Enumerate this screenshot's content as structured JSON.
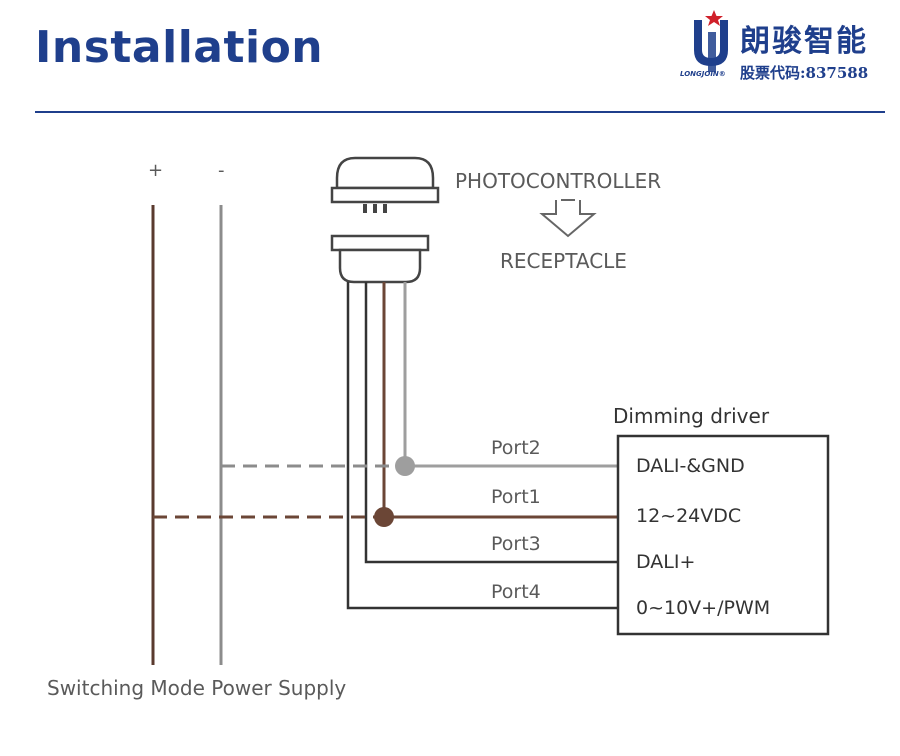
{
  "header": {
    "title": "Installation",
    "logo": {
      "name_cn": "朗骏智能",
      "stock_label": "股票代码:837588",
      "brand": "LONGJOIN®"
    }
  },
  "diagram": {
    "plus_label": "+",
    "minus_label": "-",
    "photocontroller_label": "PHOTOCONTROLLER",
    "receptacle_label": "RECEPTACLE",
    "driver_title": "Dimming driver",
    "power_supply_label": "Switching Mode Power Supply",
    "ports": [
      {
        "port": "Port2",
        "terminal": "DALI-&GND",
        "wire_color": "#9e9e9e"
      },
      {
        "port": "Port1",
        "terminal": "12~24VDC",
        "wire_color": "#6b4636"
      },
      {
        "port": "Port3",
        "terminal": "DALI+",
        "wire_color": "#333333"
      },
      {
        "port": "Port4",
        "terminal": "0~10V+/PWM",
        "wire_color": "#333333"
      }
    ],
    "colors": {
      "positive_wire": "#5a3a2e",
      "negative_wire": "#8c8c8c",
      "accent": "#1f3f8c"
    }
  }
}
